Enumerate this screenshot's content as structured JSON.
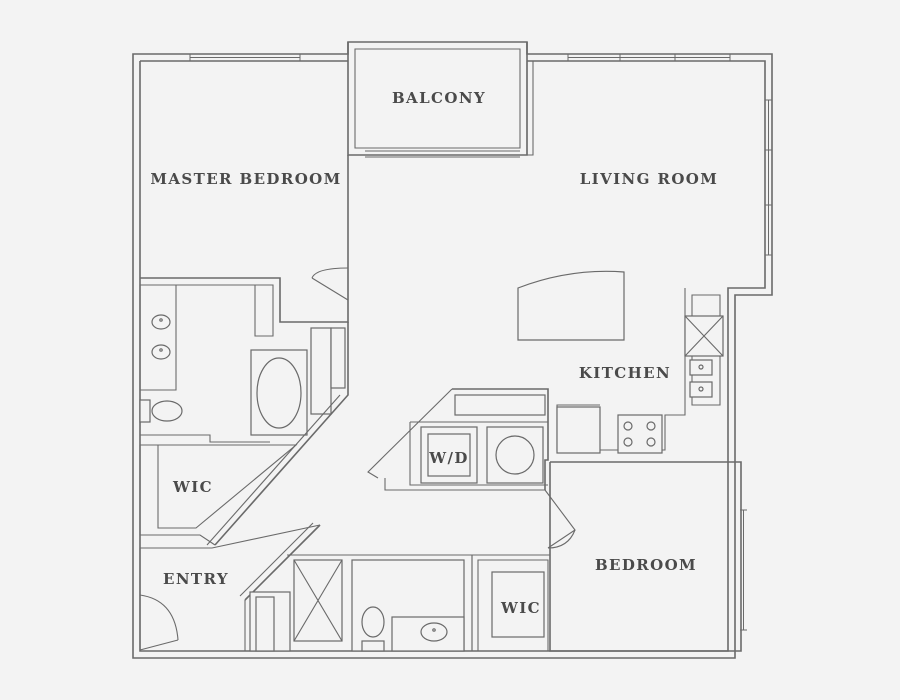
{
  "rooms": {
    "master_bedroom": "MASTER BEDROOM",
    "balcony": "BALCONY",
    "living_room": "LIVING ROOM",
    "kitchen": "KITCHEN",
    "washer_dryer": "W/D",
    "wic_master": "WIC",
    "entry": "ENTRY",
    "bedroom": "BEDROOM",
    "wic_bedroom": "WIC"
  },
  "colors": {
    "background": "#f3f3f3",
    "line": "#6a6a6a",
    "text": "#4a4a4a"
  }
}
